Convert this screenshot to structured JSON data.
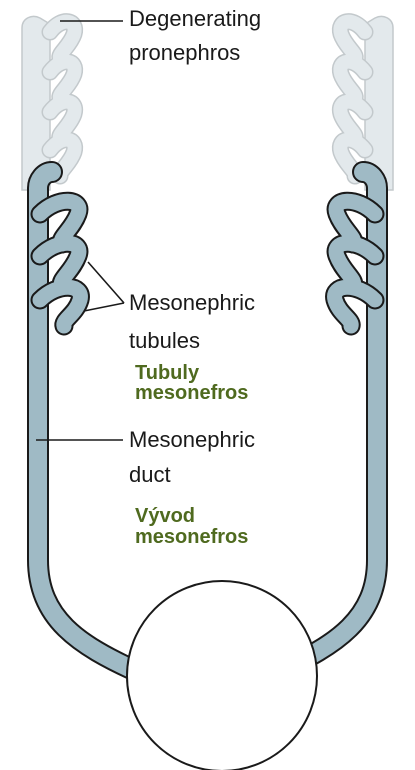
{
  "labels": {
    "pronephros_line1": "Degenerating",
    "pronephros_line2": "pronephros",
    "tubules_line1": "Mesonephric",
    "tubules_line2": "tubules",
    "tubules_cz_line1": "Tubuly",
    "tubules_cz_line2": "mesonefros",
    "duct_line1": "Mesonephric",
    "duct_line2": "duct",
    "duct_cz_line1": "Vývod",
    "duct_cz_line2": "mesonefros"
  },
  "colors": {
    "mesonephros_fill": "#9fbac5",
    "pronephros_fill": "#e3e9ec",
    "outline": "#1a1a1a",
    "translation_text": "#4f6a1f"
  }
}
